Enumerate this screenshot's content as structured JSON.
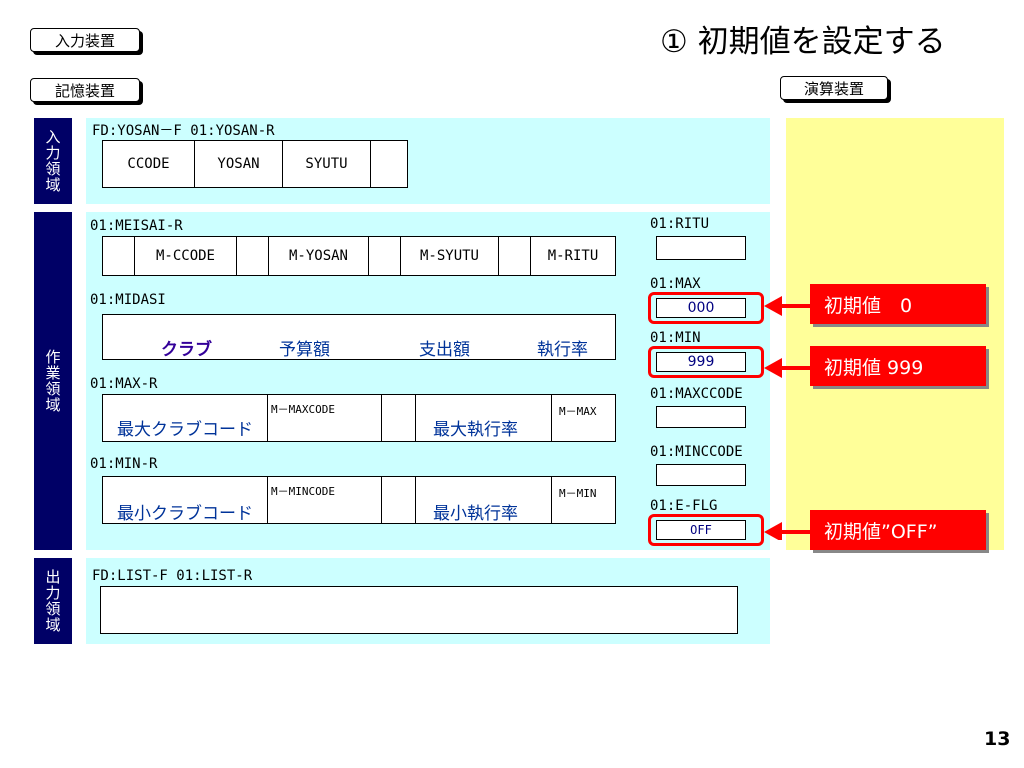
{
  "labels": {
    "input_device": "入力装置",
    "memory_device": "記憶装置",
    "calc_device": "演算装置"
  },
  "title": "①  初期値を設定する",
  "sides": {
    "input_area": [
      "入",
      "力",
      "領",
      "域"
    ],
    "work_area": [
      "作",
      "業",
      "領",
      "域"
    ],
    "output_area": [
      "出",
      "力",
      "領",
      "域"
    ]
  },
  "input_area": {
    "header": "FD:YOSAN－F  01:YOSAN-R",
    "fields": [
      "CCODE",
      "YOSAN",
      "SYUTU",
      ""
    ]
  },
  "work_area": {
    "meisai_header": "01:MEISAI-R",
    "meisai_fields": [
      "",
      "M-CCODE",
      "",
      "M-YOSAN",
      "",
      "M-SYUTU",
      "",
      "M-RITU"
    ],
    "midasi_header": "01:MIDASI",
    "midasi_texts": [
      "クラブ",
      "予算額",
      "支出額",
      "執行率"
    ],
    "max_header": "01:MAX-R",
    "max_texts": [
      "最大クラブコード",
      "M－MAXCODE",
      "最大執行率",
      "M－MAX"
    ],
    "min_header": "01:MIN-R",
    "min_texts": [
      "最小クラブコード",
      "M－MINCODE",
      "最小執行率",
      "M－MIN"
    ],
    "ritu_label": "01:RITU",
    "max_label": "01:MAX",
    "max_value": "000",
    "min_label": "01:MIN",
    "min_value": "999",
    "maxccode_label": "01:MAXCCODE",
    "minccode_label": "01:MINCCODE",
    "eflg_label": "01:E-FLG",
    "eflg_value": "OFF"
  },
  "output_area": {
    "header": "FD:LIST-F  01:LIST-R"
  },
  "callouts": {
    "max_init": "初期値　0",
    "min_init": "初期値 999",
    "eflg_init": "初期値”OFF”"
  },
  "page_number": "13",
  "colors": {
    "region_bg": "#ccffff",
    "side_bg": "#000066",
    "calc_bg": "#ffff99",
    "highlight": "#ff0000",
    "callout_bg": "#ff0000"
  }
}
